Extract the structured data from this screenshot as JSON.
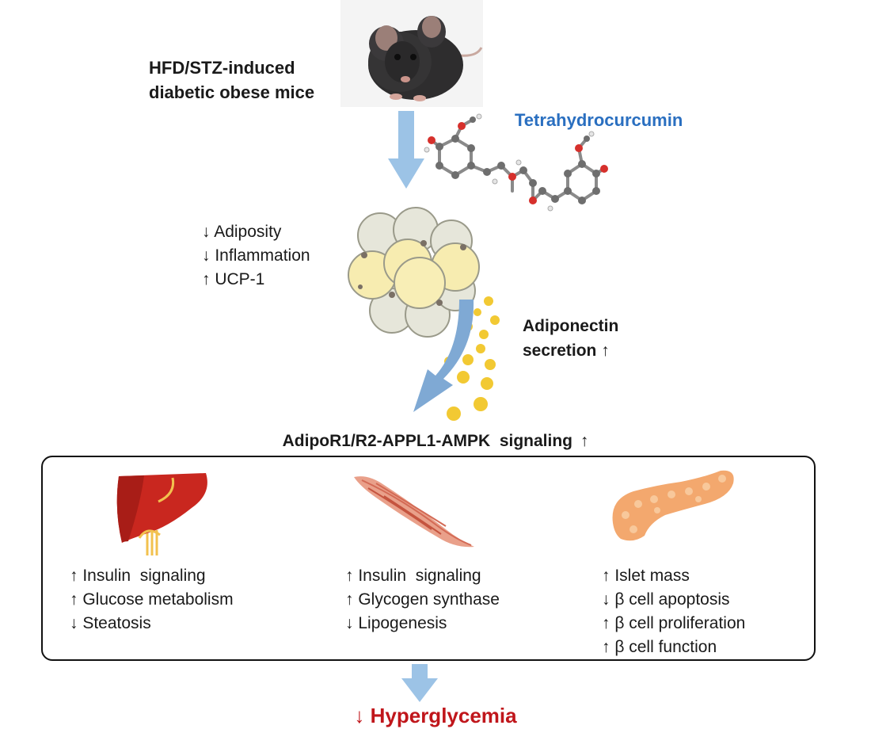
{
  "model": {
    "label_line1": "HFD/STZ-induced",
    "label_line2": "diabetic obese mice",
    "icon": "mouse-photo"
  },
  "treatment": {
    "name": "Tetrahydrocurcumin",
    "icon": "ball-and-stick-molecule",
    "color": "#2a6fc0"
  },
  "adipose": {
    "icon": "adipocyte-cluster",
    "effects": [
      {
        "arrow": "↓",
        "text": "Adiposity"
      },
      {
        "arrow": "↓",
        "text": "Inflammation"
      },
      {
        "arrow": "↑",
        "text": "UCP-1"
      }
    ],
    "secretion_line1": "Adiponectin",
    "secretion_line2": "secretion ↑"
  },
  "signaling": {
    "title": "AdipoR1/R2-APPL1-AMPK  signaling",
    "arrow": "↑"
  },
  "organs": [
    {
      "name": "liver",
      "icon": "liver-icon",
      "effects": [
        {
          "arrow": "↑",
          "text": "Insulin  signaling"
        },
        {
          "arrow": "↑",
          "text": "Glucose metabolism"
        },
        {
          "arrow": "↓",
          "text": "Steatosis"
        }
      ]
    },
    {
      "name": "muscle",
      "icon": "muscle-icon",
      "effects": [
        {
          "arrow": "↑",
          "text": "Insulin  signaling"
        },
        {
          "arrow": "↑",
          "text": "Glycogen synthase"
        },
        {
          "arrow": "↓",
          "text": "Lipogenesis"
        }
      ]
    },
    {
      "name": "pancreas",
      "icon": "pancreas-icon",
      "effects": [
        {
          "arrow": "↑",
          "text": "Islet mass"
        },
        {
          "arrow": "↓",
          "text": "β cell apoptosis"
        },
        {
          "arrow": "↑",
          "text": "β cell proliferation"
        },
        {
          "arrow": "↑",
          "text": "β cell function"
        }
      ]
    }
  ],
  "outcome": {
    "text": "↓ Hyperglycemia",
    "color": "#c0161b"
  },
  "colors": {
    "flow_arrow": "#9cc3e6",
    "adiponectin_dots": "#f2c933"
  }
}
